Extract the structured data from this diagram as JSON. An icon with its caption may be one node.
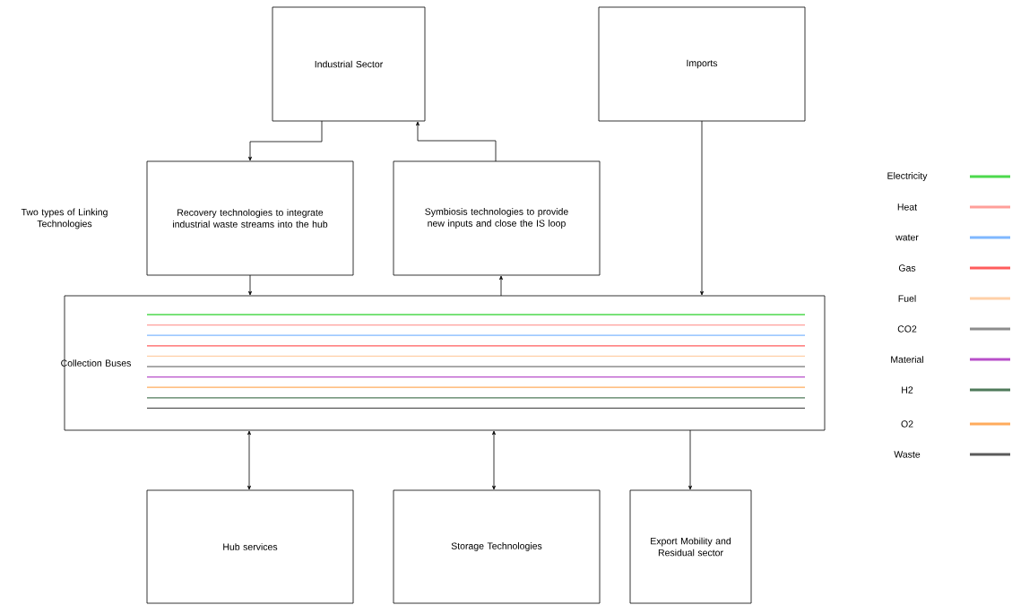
{
  "diagram": {
    "nodes": [
      {
        "text": [
          "Industrial Sector"
        ]
      },
      {
        "text": [
          "Imports"
        ]
      },
      {
        "text": [
          "Recovery technologies to integrate industrial waste streams into the hub"
        ]
      },
      {
        "text": [
          "Symbiosis technologies to provide new inputs and close the IS loop"
        ]
      },
      {
        "text": [
          "Collection Buses"
        ]
      },
      {
        "text": [
          "Hub services"
        ]
      },
      {
        "text": [
          "Storage Technologies"
        ]
      },
      {
        "text": [
          "Export Mobility and Residual sector"
        ]
      }
    ],
    "edges": [
      {
        "from": 0,
        "to": 2,
        "arrow": "to"
      },
      {
        "from": 3,
        "to": 0,
        "arrow": "to"
      },
      {
        "from": 1,
        "to": 4,
        "arrow": "to"
      },
      {
        "from": 2,
        "to": 4,
        "arrow": "to"
      },
      {
        "from": 4,
        "to": 3,
        "arrow": "to"
      },
      {
        "from": 4,
        "to": 5,
        "arrow": "both"
      },
      {
        "from": 4,
        "to": 6,
        "arrow": "both"
      },
      {
        "from": 4,
        "to": 7,
        "arrow": "to"
      }
    ],
    "labels": [
      "Two types of Linking Technologies"
    ],
    "legend": [
      {
        "text": "Electricity",
        "color": "#4cd94c"
      },
      {
        "text": "Heat",
        "color": "#ff9f9a"
      },
      {
        "text": "water",
        "color": "#7fb8ff"
      },
      {
        "text": "Gas",
        "color": "#ff5c5c"
      },
      {
        "text": "Fuel",
        "color": "#ffd0a8"
      },
      {
        "text": "CO2",
        "color": "#8c8c8c"
      },
      {
        "text": "Material",
        "color": "#b84fc9"
      },
      {
        "text": "H2",
        "color": "#4f7a5a"
      },
      {
        "text": "O2",
        "color": "#ffab5c"
      },
      {
        "text": "Waste",
        "color": "#5a5a5a"
      }
    ]
  }
}
